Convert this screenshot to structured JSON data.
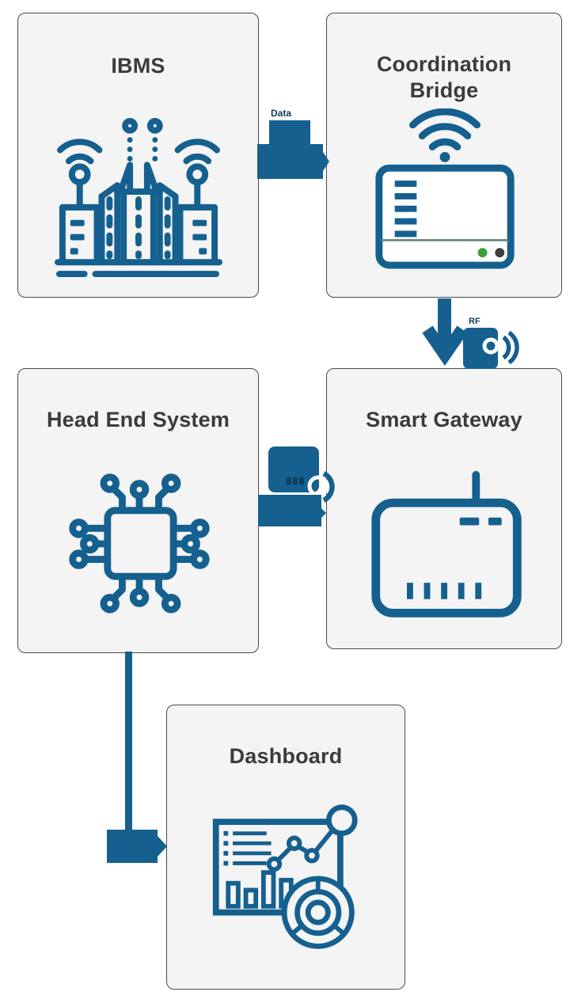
{
  "colors": {
    "accent": "#15608f",
    "card_bg": "#f4f4f4",
    "card_border": "#4a4a4a",
    "title_text": "#3b3b3b",
    "label_text": "#0e3a57",
    "meter_display_text": "#0a2b3f",
    "green_dot": "#3aa13a",
    "dark_dot": "#3f3f3f",
    "device_divider": "#587f6f",
    "page_bg": "#ffffff"
  },
  "nodes": {
    "ibms": {
      "title": "IBMS",
      "icon": "smart-city-icon"
    },
    "coordination_bridge": {
      "title": "Coordination Bridge",
      "icon": "wifi-device-icon"
    },
    "head_end_system": {
      "title": "Head End System",
      "icon": "cpu-chip-icon"
    },
    "smart_gateway": {
      "title": "Smart Gateway",
      "icon": "gateway-device-icon"
    },
    "dashboard": {
      "title": "Dashboard",
      "icon": "analytics-dashboard-icon"
    }
  },
  "connectors": {
    "ibms_to_coordination_bridge": {
      "label": "Data",
      "direction": "right"
    },
    "coordination_bridge_to_smart_gateway": {
      "label": "RF",
      "direction": "down"
    },
    "head_end_system_to_smart_gateway": {
      "meter_display": "888",
      "direction": "right"
    },
    "head_end_system_to_dashboard": {
      "direction": "down-right"
    }
  }
}
